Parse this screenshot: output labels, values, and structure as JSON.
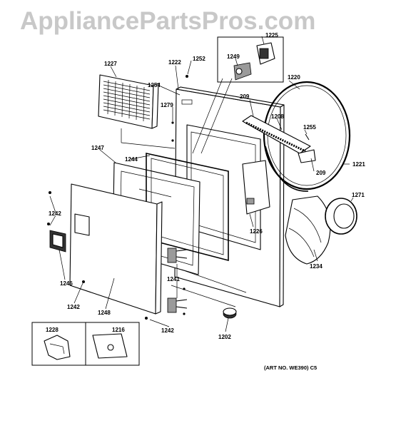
{
  "watermark": "AppliancePartsPros.com",
  "art_number": "(ART NO. WE390) C5",
  "part_labels": {
    "p1225": "1225",
    "p1249": "1249",
    "p1252": "1252",
    "p1222": "1222",
    "p1227": "1227",
    "p1254": "1254",
    "p1279": "1279",
    "p209a": "209",
    "p1220": "1220",
    "p1208": "1208",
    "p1255": "1255",
    "p1247": "1247",
    "p1244": "1244",
    "p209b": "209",
    "p1221": "1221",
    "p1271": "1271",
    "p1242a": "1242",
    "p1226": "1226",
    "p1234": "1234",
    "p1246": "1246",
    "p1241": "1241",
    "p1242b": "1242",
    "p1248": "1248",
    "p1242c": "1242",
    "p1202": "1202",
    "p1228": "1228",
    "p1216": "1216"
  }
}
